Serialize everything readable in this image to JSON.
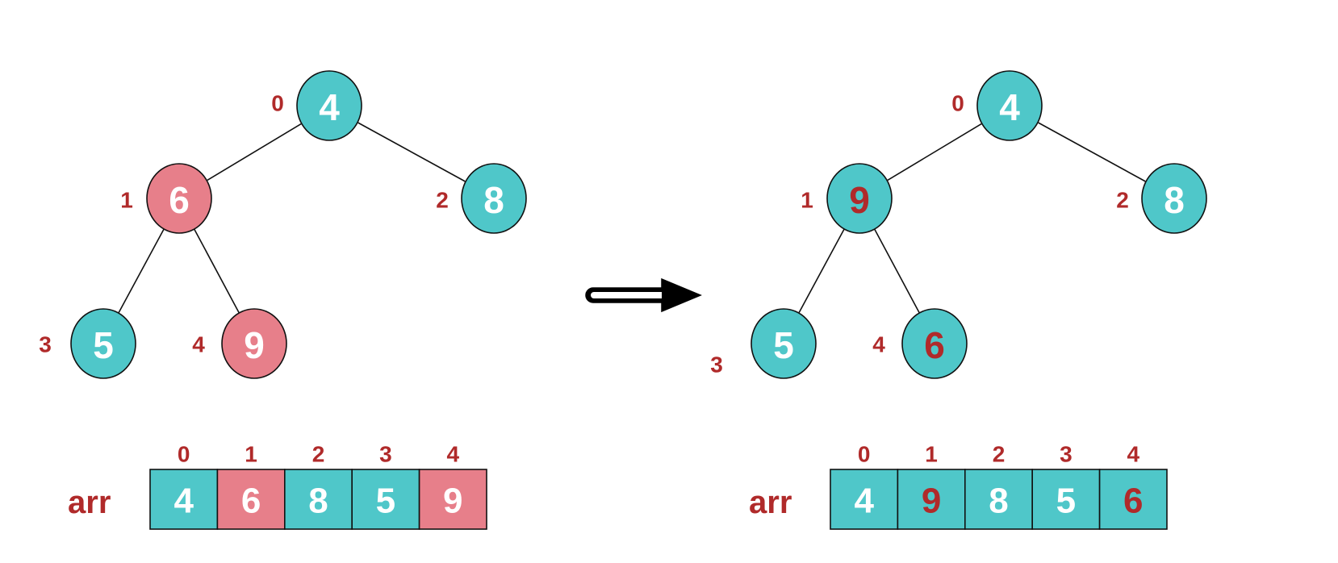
{
  "colors": {
    "teal": "#4fc7c9",
    "pink": "#e77f8a",
    "label_red": "#b02a2a",
    "white": "#ffffff",
    "outline": "#111111"
  },
  "arrow_icon": "arrow-right-icon",
  "before": {
    "nodes": [
      {
        "index": "0",
        "value": "4",
        "fill": "teal",
        "text_color": "white"
      },
      {
        "index": "1",
        "value": "6",
        "fill": "pink",
        "text_color": "white"
      },
      {
        "index": "2",
        "value": "8",
        "fill": "teal",
        "text_color": "white"
      },
      {
        "index": "3",
        "value": "5",
        "fill": "teal",
        "text_color": "white"
      },
      {
        "index": "4",
        "value": "9",
        "fill": "pink",
        "text_color": "white"
      }
    ],
    "edges": [
      [
        0,
        1
      ],
      [
        0,
        2
      ],
      [
        1,
        3
      ],
      [
        1,
        4
      ]
    ],
    "array": {
      "label": "arr",
      "indices": [
        "0",
        "1",
        "2",
        "3",
        "4"
      ],
      "cells": [
        {
          "value": "4",
          "fill": "teal",
          "text_color": "white"
        },
        {
          "value": "6",
          "fill": "pink",
          "text_color": "white"
        },
        {
          "value": "8",
          "fill": "teal",
          "text_color": "white"
        },
        {
          "value": "5",
          "fill": "teal",
          "text_color": "white"
        },
        {
          "value": "9",
          "fill": "pink",
          "text_color": "white"
        }
      ]
    }
  },
  "after": {
    "nodes": [
      {
        "index": "0",
        "value": "4",
        "fill": "teal",
        "text_color": "white"
      },
      {
        "index": "1",
        "value": "9",
        "fill": "teal",
        "text_color": "label_red"
      },
      {
        "index": "2",
        "value": "8",
        "fill": "teal",
        "text_color": "white"
      },
      {
        "index": "3",
        "value": "5",
        "fill": "teal",
        "text_color": "white"
      },
      {
        "index": "4",
        "value": "6",
        "fill": "teal",
        "text_color": "label_red"
      }
    ],
    "edges": [
      [
        0,
        1
      ],
      [
        0,
        2
      ],
      [
        1,
        3
      ],
      [
        1,
        4
      ]
    ],
    "array": {
      "label": "arr",
      "indices": [
        "0",
        "1",
        "2",
        "3",
        "4"
      ],
      "cells": [
        {
          "value": "4",
          "fill": "teal",
          "text_color": "white"
        },
        {
          "value": "9",
          "fill": "teal",
          "text_color": "label_red"
        },
        {
          "value": "8",
          "fill": "teal",
          "text_color": "white"
        },
        {
          "value": "5",
          "fill": "teal",
          "text_color": "white"
        },
        {
          "value": "6",
          "fill": "teal",
          "text_color": "label_red"
        }
      ]
    }
  }
}
